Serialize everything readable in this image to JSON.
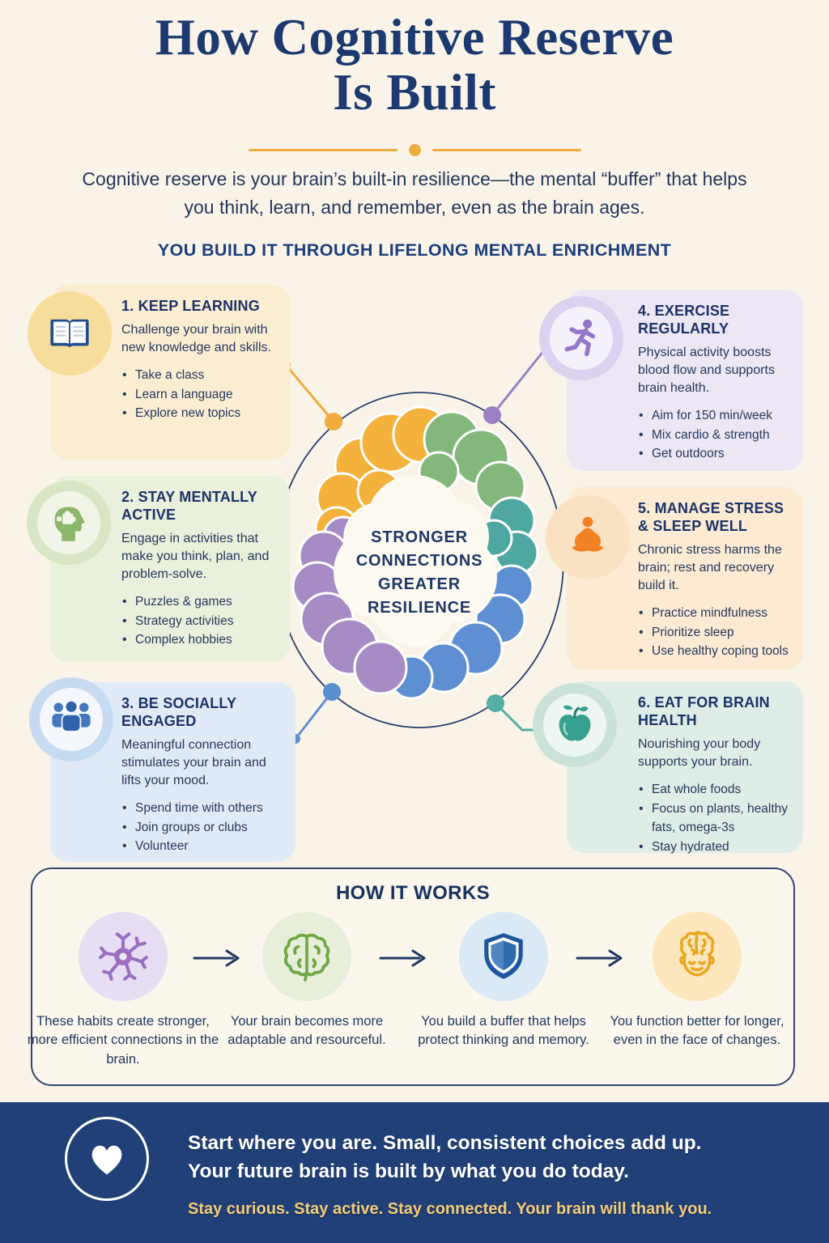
{
  "header": {
    "title_line1": "How Cognitive Reserve",
    "title_line2": "Is Built",
    "intro": "Cognitive reserve is your brain’s built-in resilience—the mental “buffer” that helps you think, learn, and remember, even as the brain ages.",
    "build_line": "YOU BUILD IT THROUGH LIFELONG MENTAL ENRICHMENT"
  },
  "center": {
    "lines": [
      "STRONGER",
      "CONNECTIONS",
      "GREATER",
      "RESILIENCE"
    ]
  },
  "cards": [
    {
      "title": "1. KEEP LEARNING",
      "desc": "Challenge your brain with new knowledge and skills.",
      "bullets": [
        "Take a class",
        "Learn a language",
        "Explore new topics"
      ],
      "icon": "open-book-icon"
    },
    {
      "title": "2. STAY MENTALLY ACTIVE",
      "desc": "Engage in activities that make you think, plan, and problem-solve.",
      "bullets": [
        "Puzzles & games",
        "Strategy activities",
        "Complex hobbies"
      ],
      "icon": "head-puzzle-icon"
    },
    {
      "title": "3. BE SOCIALLY ENGAGED",
      "desc": "Meaningful connection stimulates your brain and lifts your mood.",
      "bullets": [
        "Spend time with others",
        "Join groups or clubs",
        "Volunteer"
      ],
      "icon": "people-group-icon"
    },
    {
      "title": "4. EXERCISE REGULARLY",
      "desc": "Physical activity boosts blood flow and supports brain health.",
      "bullets": [
        "Aim for 150 min/week",
        "Mix cardio & strength",
        "Get outdoors"
      ],
      "icon": "runner-icon"
    },
    {
      "title": "5. MANAGE STRESS & SLEEP WELL",
      "desc": "Chronic stress harms the brain; rest and recovery build it.",
      "bullets": [
        "Practice mindfulness",
        "Prioritize sleep",
        "Use healthy coping tools"
      ],
      "icon": "meditation-icon"
    },
    {
      "title": "6. EAT FOR BRAIN HEALTH",
      "desc": "Nourishing your body supports your brain.",
      "bullets": [
        "Eat whole foods",
        "Focus on plants, healthy fats, omega-3s",
        "Stay hydrated"
      ],
      "icon": "apple-icon"
    }
  ],
  "how_it_works": {
    "title": "HOW IT WORKS",
    "steps": [
      {
        "caption": "These habits create stronger, more efficient connections in the brain.",
        "icon": "neuron-icon"
      },
      {
        "caption": "Your brain becomes more adaptable and resourceful.",
        "icon": "brain-outline-icon"
      },
      {
        "caption": "You build a buffer that helps protect thinking and memory.",
        "icon": "shield-icon"
      },
      {
        "caption": "You function better for longer, even in the face of changes.",
        "icon": "smiling-brain-icon"
      }
    ]
  },
  "banner": {
    "line1": "Start where you are. Small, consistent choices add up.",
    "line2": "Your future brain is built by what you do today.",
    "tagline": "Stay curious. Stay active. Stay connected. Your brain will thank you.",
    "icon": "heart-icon"
  },
  "colors": {
    "background": "#FAF4E8",
    "navy_text": "#1C3A70",
    "accent_gold": "#EFAC3E",
    "banner_navy": "#214078",
    "brain_yellow": "#F4B23C",
    "brain_green": "#83B77C",
    "brain_teal": "#4EA7A0",
    "brain_blue": "#5E8FD2",
    "brain_purple": "#A78BC5"
  }
}
